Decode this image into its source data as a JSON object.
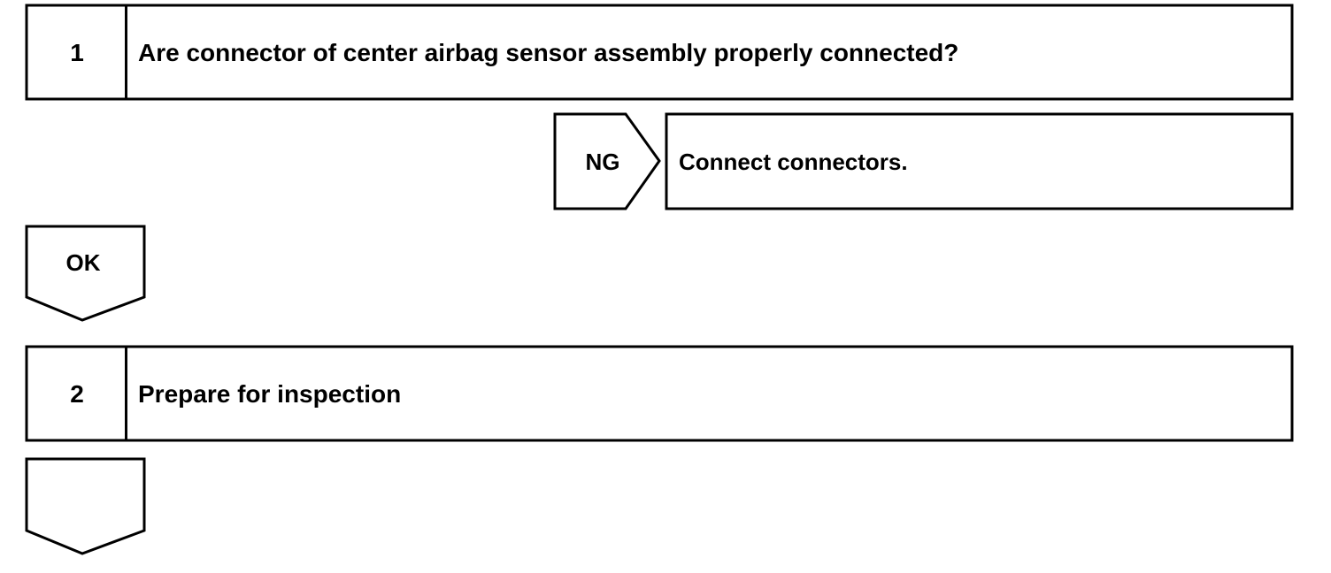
{
  "steps": [
    {
      "number": "1",
      "text": "Are connector of center airbag sensor assembly properly connected?"
    },
    {
      "number": "2",
      "text": "Prepare for inspection"
    }
  ],
  "ng_branch": {
    "label": "NG",
    "action": "Connect connectors."
  },
  "ok_branch": {
    "label": "OK"
  },
  "next_arrow": {
    "label": ""
  }
}
